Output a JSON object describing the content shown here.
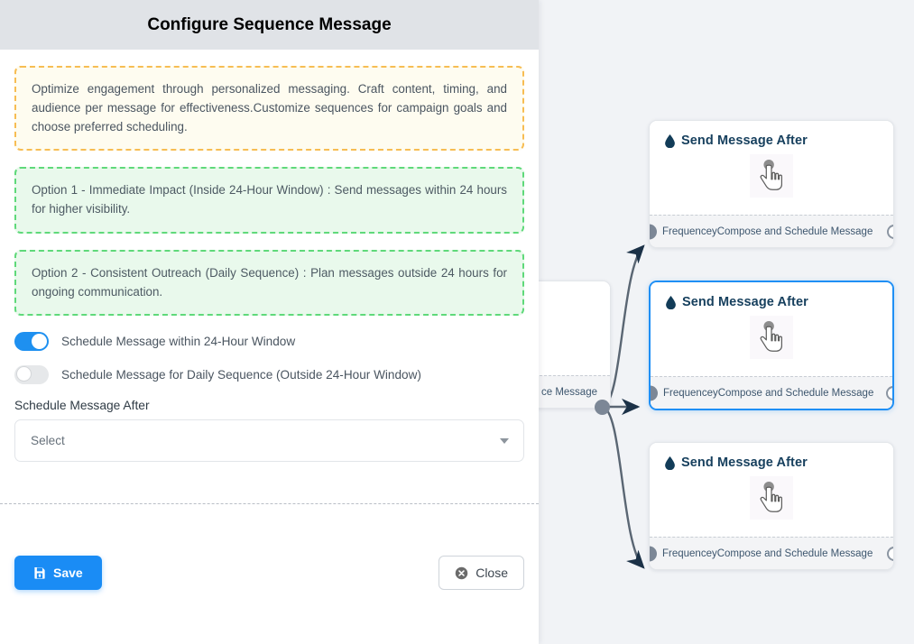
{
  "panel": {
    "title": "Configure Sequence Message",
    "callouts": [
      {
        "style": "amber",
        "text": "Optimize engagement through personalized messaging. Craft content, timing, and audience per message for effectiveness.Customize sequences for campaign goals and choose preferred scheduling."
      },
      {
        "style": "green",
        "text": "Option 1 - Immediate Impact (Inside 24-Hour Window) : Send messages within 24 hours for higher visibility."
      },
      {
        "style": "green",
        "text": "Option 2 - Consistent Outreach (Daily Sequence) : Plan messages outside 24 hours for ongoing communication."
      }
    ],
    "toggles": [
      {
        "label": "Schedule Message within 24-Hour Window",
        "state": "on"
      },
      {
        "label": "Schedule Message for Daily Sequence (Outside 24-Hour Window)",
        "state": "off"
      }
    ],
    "schedule_field": {
      "label": "Schedule Message After",
      "value": "Select",
      "caret_icon": "chevron-down-icon"
    },
    "footer": {
      "save_label": "Save",
      "save_icon": "save-floppy-icon",
      "close_label": "Close",
      "close_icon": "close-circle-icon"
    }
  },
  "flow": {
    "source_node": {
      "footer_right": "ce Message"
    },
    "nodes": [
      {
        "title": "Send Message After",
        "title_icon": "water-drop-icon",
        "body_icon": "hand-pointer-icon",
        "footer_left": "Frequencey",
        "footer_right": "Compose and Schedule Message",
        "selected": false
      },
      {
        "title": "Send Message After",
        "title_icon": "water-drop-icon",
        "body_icon": "hand-pointer-icon",
        "footer_left": "Frequencey",
        "footer_right": "Compose and Schedule Message",
        "selected": true
      },
      {
        "title": "Send Message After",
        "title_icon": "water-drop-icon",
        "body_icon": "hand-pointer-icon",
        "footer_left": "Frequencey",
        "footer_right": "Compose and Schedule Message",
        "selected": false
      }
    ]
  },
  "colors": {
    "accent_blue": "#1a8cf5",
    "selected_border": "#1f8ff5",
    "canvas_bg": "#f1f3f6",
    "header_bg": "#e0e3e7",
    "amber_border": "#f7bd53",
    "amber_bg": "#fefcf0",
    "green_border": "#5fd97a",
    "green_bg": "#e9f9ec",
    "edge_stroke": "#5a6673",
    "handle_gray": "#7c8796",
    "title_navy": "#17405e"
  }
}
